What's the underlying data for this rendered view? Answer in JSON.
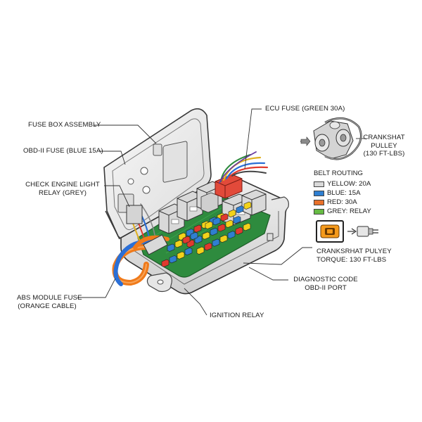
{
  "labels": {
    "fuse_box": "FUSE BOX ASSEMBLY",
    "obd_fuse": "OBD-II FUSE (BLUE 15A)",
    "check_engine": [
      "CHECK ENGINE LIGHT",
      "RELAY (GREY)"
    ],
    "abs_fuse": [
      "ABS MODULE FUSE",
      "(ORANGE CABLE)"
    ],
    "ignition": "IGNITION RELAY",
    "ecu_fuse": "ECU FUSE (GREEN 30A)",
    "crankshaft": [
      "CRANKSHAT",
      "PULLEY",
      "(130 FT-LBS)"
    ],
    "torque": [
      "CRANKSRHAT PULYEY",
      "TORQUE: 130 FT-LBS"
    ],
    "diagnostic": [
      "DIAGNOSTIC CODE",
      "OBD-II PORT"
    ]
  },
  "legend": {
    "title": "BELT ROUTING",
    "items": [
      {
        "label": "YELLOW: 20A",
        "color": "#d9d9d9"
      },
      {
        "label": "BLUE: 15A",
        "color": "#2f7fd1"
      },
      {
        "label": "RED:  30A",
        "color": "#e8702a"
      },
      {
        "label": "GREY: RELAY",
        "color": "#66bb44"
      }
    ]
  },
  "colors": {
    "board": "#2e8b3e",
    "housing": "#e9e9e9",
    "relay": "#d7d7d7",
    "fuse_yellow": "#f2d21b",
    "fuse_blue": "#2f7fd1",
    "fuse_red": "#e03a2e",
    "wire_orange": "#f07a1a",
    "wire_blue": "#2b6fd6",
    "icon_orange": "#f59a1b"
  },
  "icons": [
    "arrow-right-icon",
    "engine-warning-icon",
    "obd-connector-icon",
    "pulley-assembly-icon"
  ]
}
